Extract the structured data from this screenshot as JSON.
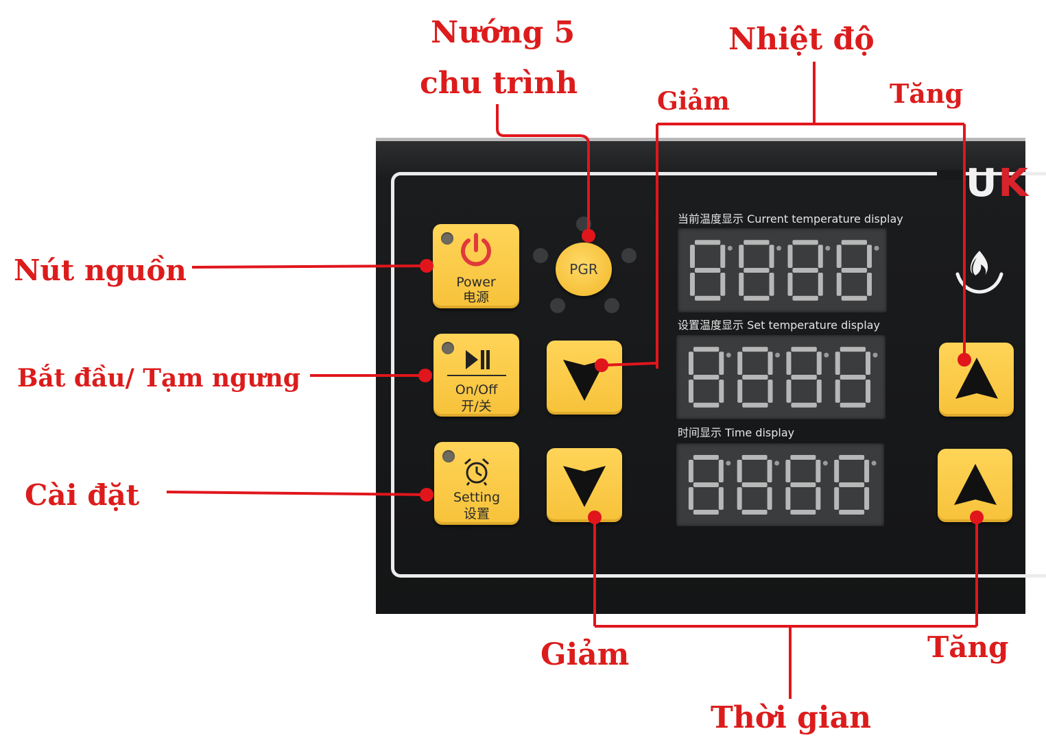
{
  "panel": {
    "brand_visible_text": "UK",
    "keys": {
      "power": {
        "label_en": "Power",
        "label_cn": "电源",
        "icon": "power-icon"
      },
      "start_pause": {
        "label_en": "On/Off",
        "label_cn": "开/关",
        "icon": "play-pause-icon"
      },
      "setting": {
        "label_en": "Setting",
        "label_cn": "设置",
        "icon": "alarm-clock-icon"
      },
      "pgr": {
        "label": "PGR"
      }
    },
    "displays": {
      "current_temp": {
        "label": "当前温度显示 Current temperature display",
        "digits": "8888"
      },
      "set_temp": {
        "label": "设置温度显示 Set temperature display",
        "digits": "8888"
      },
      "time": {
        "label": "时间显示 Time display",
        "digits": "8888"
      }
    },
    "heat_icon": "flame-icon"
  },
  "annotations": {
    "power": "Nút nguồn",
    "start_pause": "Bắt đầu/ Tạm ngưng",
    "setting": "Cài đặt",
    "program_line1": "Nướng 5",
    "program_line2": "chu trình",
    "temperature": "Nhiệt độ",
    "temp_decrease": "Giảm",
    "temp_increase": "Tăng",
    "time": "Thời gian",
    "time_decrease": "Giảm",
    "time_increase": "Tăng"
  },
  "colors": {
    "annotation": "#dc1c1c",
    "key_yellow": "#f7c23a",
    "panel_black": "#141516",
    "brand_red": "#d7232b"
  }
}
